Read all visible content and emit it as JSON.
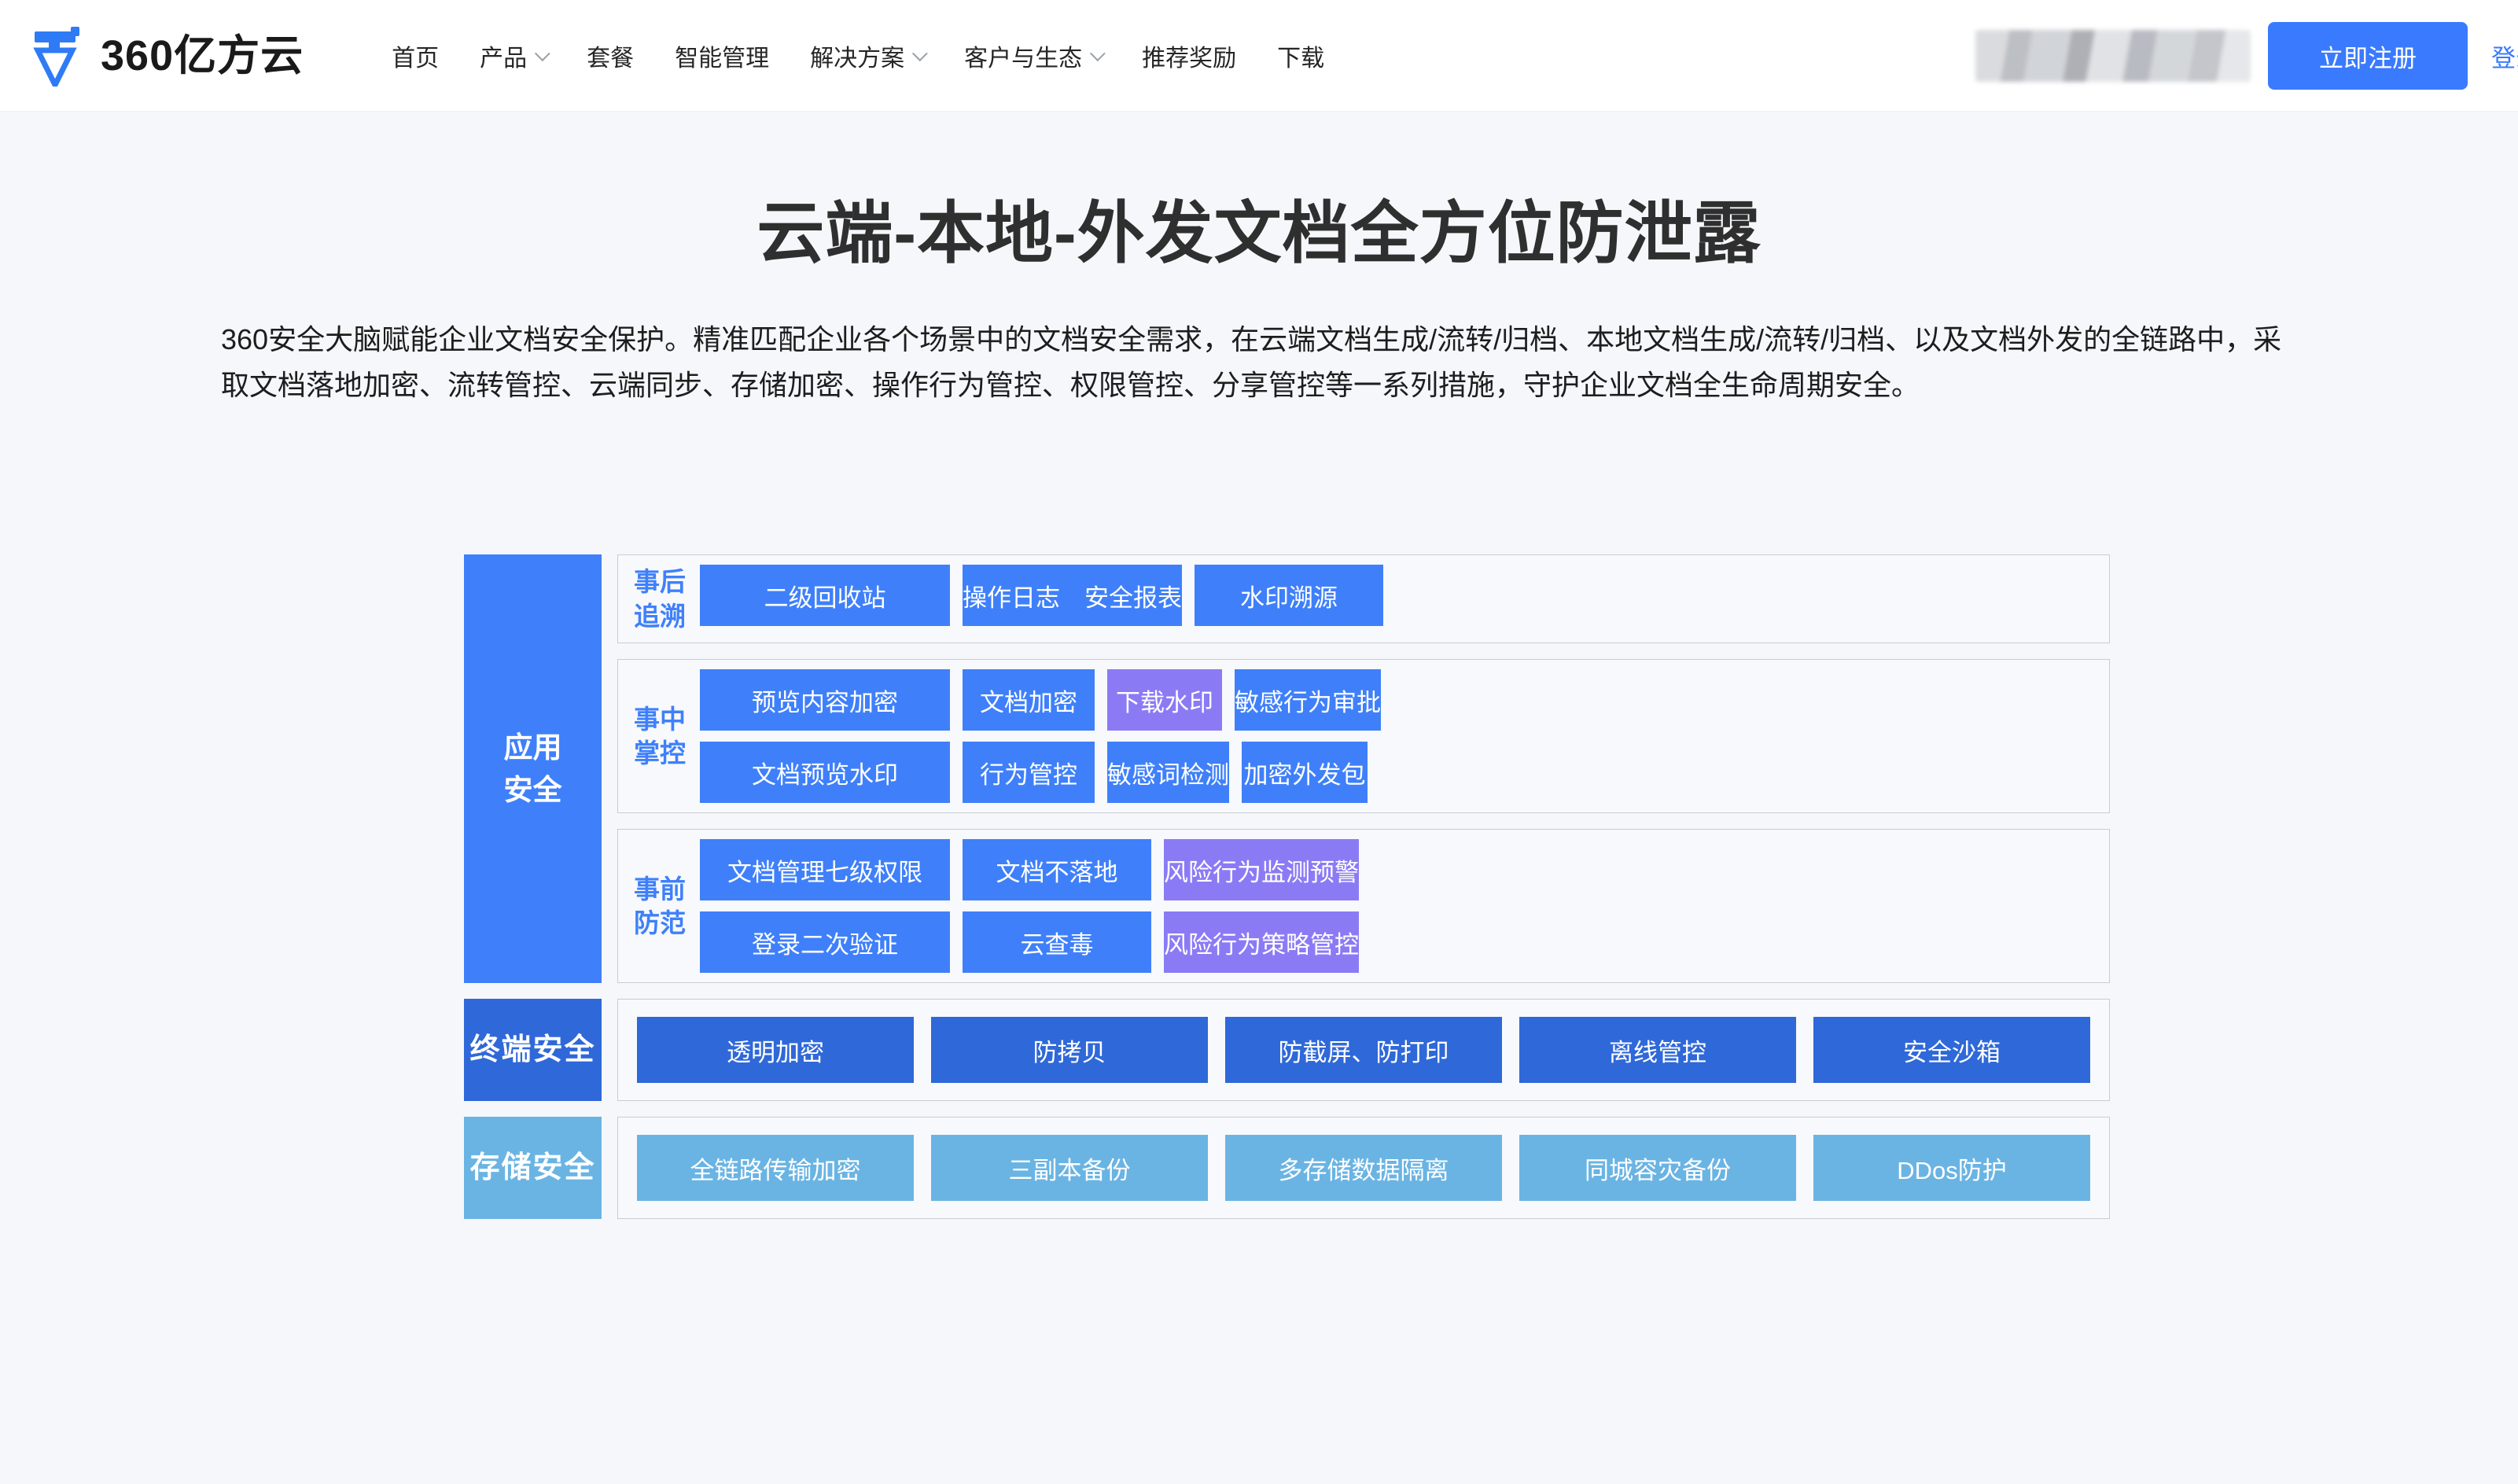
{
  "header": {
    "logo_text": "360亿方云",
    "nav": [
      {
        "label": "首页",
        "caret": false
      },
      {
        "label": "产品",
        "caret": true
      },
      {
        "label": "套餐",
        "caret": false
      },
      {
        "label": "智能管理",
        "caret": false
      },
      {
        "label": "解决方案",
        "caret": true
      },
      {
        "label": "客户与生态",
        "caret": true
      },
      {
        "label": "推荐奖励",
        "caret": false
      },
      {
        "label": "下载",
        "caret": false
      }
    ],
    "register_label": "立即注册",
    "login_label": "登录",
    "accent_color": "#3a7afe"
  },
  "hero": {
    "title": "云端-本地-外发文档全方位防泄露",
    "description": "360安全大脑赋能企业文档安全保护。精准匹配企业各个场景中的文档安全需求，在云端文档生成/流转/归档、本地文档生成/流转/归档、以及文档外发的全链路中，采取文档落地加密、流转管控、云端同步、存储加密、操作行为管控、权限管控、分享管控等一系列措施，守护企业文档全生命周期安全。"
  },
  "diagram": {
    "colors": {
      "tile_blue": "#3f80fa",
      "tile_purple": "#8a7bf5",
      "tile_mid_blue": "#2f68d8",
      "tile_light_blue": "#6ab4e3",
      "panel_bg": "#f7f9fc",
      "panel_border": "#c9ccd1"
    },
    "bands": [
      {
        "side_label": "应用\n安全",
        "side_label_line1": "应用",
        "side_label_line2": "安全",
        "panels": [
          {
            "label_line1": "事后",
            "label_line2": "追溯",
            "rows": [
              [
                {
                  "text": "二级回收站",
                  "color": "blue"
                },
                {
                  "text": "操作日志　安全报表",
                  "color": "blue"
                },
                {
                  "text": "水印溯源",
                  "color": "blue"
                }
              ]
            ]
          },
          {
            "label_line1": "事中",
            "label_line2": "掌控",
            "rows": [
              [
                {
                  "text": "预览内容加密",
                  "color": "blue"
                },
                {
                  "text": "文档加密",
                  "color": "blue"
                },
                {
                  "text": "下载水印",
                  "color": "purple"
                },
                {
                  "text": "敏感行为审批",
                  "color": "blue"
                }
              ],
              [
                {
                  "text": "文档预览水印",
                  "color": "blue"
                },
                {
                  "text": "行为管控",
                  "color": "blue"
                },
                {
                  "text": "敏感词检测",
                  "color": "blue"
                },
                {
                  "text": "加密外发包",
                  "color": "blue"
                }
              ]
            ]
          },
          {
            "label_line1": "事前",
            "label_line2": "防范",
            "rows": [
              [
                {
                  "text": "文档管理七级权限",
                  "color": "blue"
                },
                {
                  "text": "文档不落地",
                  "color": "blue"
                },
                {
                  "text": "风险行为监测预警",
                  "color": "purple"
                }
              ],
              [
                {
                  "text": "登录二次验证",
                  "color": "blue"
                },
                {
                  "text": "云查毒",
                  "color": "blue"
                },
                {
                  "text": "风险行为策略管控",
                  "color": "purple"
                }
              ]
            ]
          }
        ]
      },
      {
        "side_label_line1": "终端安全",
        "tiles": [
          {
            "text": "透明加密",
            "color": "mid"
          },
          {
            "text": "防拷贝",
            "color": "mid"
          },
          {
            "text": "防截屏、防打印",
            "color": "mid"
          },
          {
            "text": "离线管控",
            "color": "mid"
          },
          {
            "text": "安全沙箱",
            "color": "mid"
          }
        ]
      },
      {
        "side_label_line1": "存储安全",
        "tiles": [
          {
            "text": "全链路传输加密",
            "color": "light"
          },
          {
            "text": "三副本备份",
            "color": "light"
          },
          {
            "text": "多存储数据隔离",
            "color": "light"
          },
          {
            "text": "同城容灾备份",
            "color": "light"
          },
          {
            "text": "DDos防护",
            "color": "light"
          }
        ]
      }
    ]
  }
}
